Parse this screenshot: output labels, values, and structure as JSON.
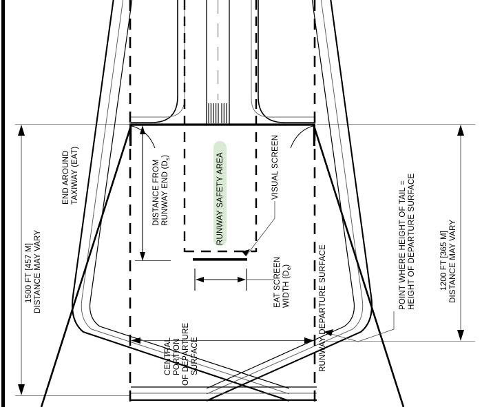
{
  "diagram": {
    "title": "End Around Taxiway and Runway Departure Surface Plan View",
    "type": "engineering-plan-view",
    "background_color": "#ffffff",
    "line_color": "#000000",
    "thin_line_color": "#8a8a8a",
    "highlight_color": "#d9ead3"
  },
  "labels": {
    "end_around_taxiway_line1": "END AROUND",
    "end_around_taxiway_line2": "TAXIWAY (EAT)",
    "left_dimension_line1": "1500 FT [457 M]",
    "left_dimension_line2": "DISTANCE MAY VARY",
    "right_dimension_line1": "1200 FT [365 M]",
    "right_dimension_line2": "DISTANCE MAY VARY",
    "distance_from_runway_end_line1": "DISTANCE FROM",
    "distance_from_runway_end_line2": "RUNWAY END (D",
    "distance_from_runway_end_sub": "s",
    "distance_from_runway_end_close": ")",
    "runway_safety_area": "RUNWAY SAFETY AREA",
    "visual_screen": "VISUAL SCREEN",
    "eat_screen_width_line1": "EAT SCREEN",
    "eat_screen_width_line2": "WIDTH (D",
    "eat_screen_width_sub": "e",
    "eat_screen_width_close": ")",
    "central_portion_line1": "CENTRAL",
    "central_portion_line2": "PORTION",
    "central_portion_line3": "OF DEPARTURE",
    "central_portion_line4": "SURFACE",
    "runway_departure_surface": "RUNWAY DEPARTURE SURFACE",
    "point_where_height_line1": "POINT WHERE HEIGHT OF TAIL =",
    "point_where_height_line2": "HEIGHT OF DEPARTURE SURFACE"
  },
  "dimensions": {
    "left": {
      "value": "1500",
      "unit_imperial": "FT",
      "unit_metric": "457 M",
      "note": "DISTANCE MAY VARY"
    },
    "right": {
      "value": "1200",
      "unit_imperial": "FT",
      "unit_metric": "365 M",
      "note": "DISTANCE MAY VARY"
    },
    "distance_from_runway_end_symbol": "Ds",
    "eat_screen_width_symbol": "De"
  },
  "features": [
    {
      "name": "runway-end-threshold",
      "description": "Runway threshold bar markings at top center"
    },
    {
      "name": "runway-safety-area",
      "description": "Dashed rectangle enclosing runway safety area",
      "highlight": "#d9ead3"
    },
    {
      "name": "visual-screen",
      "description": "Thick horizontal bar below runway safety area"
    },
    {
      "name": "end-around-taxiway",
      "description": "Triple-line taxiway curving around departure surface"
    },
    {
      "name": "runway-departure-surface",
      "description": "Trapezoidal surface expanding away from runway end"
    },
    {
      "name": "central-portion-of-departure-surface",
      "description": "Inner dashed vertical boundaries of departure surface"
    },
    {
      "name": "tail-height-point",
      "description": "Point where height of tail equals height of departure surface"
    }
  ]
}
